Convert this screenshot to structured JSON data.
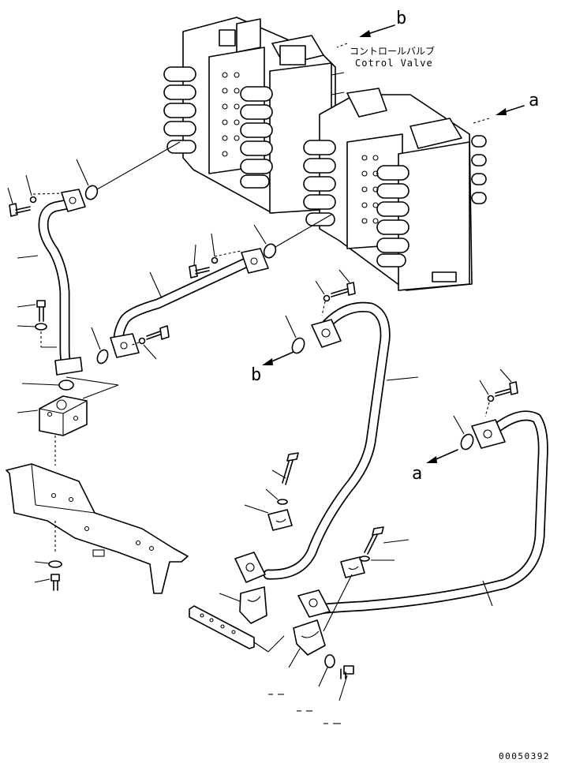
{
  "labels": {
    "b_top": "b",
    "a_top": "a",
    "b_mid": "b",
    "a_mid": "a",
    "control_valve_jp": "コントロールバルブ",
    "control_valve_en": "Cotrol Valve"
  },
  "drawing_number": "00050392"
}
